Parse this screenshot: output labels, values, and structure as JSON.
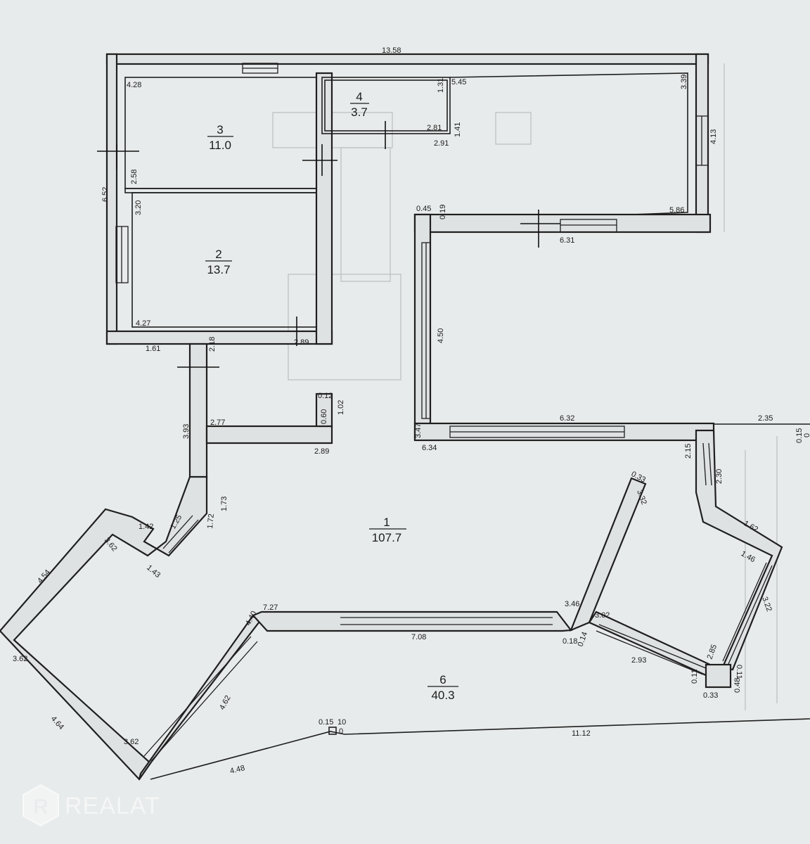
{
  "rooms": [
    {
      "number": "1",
      "area": "107.7"
    },
    {
      "number": "2",
      "area": "13.7"
    },
    {
      "number": "3",
      "area": "11.0"
    },
    {
      "number": "4",
      "area": "3.7"
    },
    {
      "number": "6",
      "area": "40.3"
    }
  ],
  "dimensions": {
    "top_overall": "13.58",
    "r3_top": "4.28",
    "r3_left_upper": "2.58",
    "left_outer": "6.52",
    "r2_left": "3.20",
    "r2_bottom": "4.27",
    "r2_corner": "2.89",
    "r4_h": "1.31",
    "r4_right": "5.45",
    "r4_bottom": "2.81",
    "r4_right_low": "1.41",
    "r4_under": "2.91",
    "r7_right_top": "3.39",
    "r7_right_mid": "4.13",
    "r7_bottom": "5.86",
    "r7_outer_bottom": "6.31",
    "corr_a": "0.45",
    "corr_b": "0.19",
    "corr_len": "4.50",
    "corr_bottom": "6.32",
    "corr_left": "3.47",
    "corr_outer": "6.34",
    "ext_right": "2.35",
    "ext_r1": "0.15",
    "ext_r2": "0",
    "step_1_61": "1.61",
    "step_2_18": "2.18",
    "step_3_93": "3.93",
    "step_2_77": "2.77",
    "step_0_12": "0.12",
    "step_0_60": "0.60",
    "step_1_02": "1.02",
    "step_2_89": "2.89",
    "bay_1_42": "1.42",
    "bay_1_25": "1.25",
    "bay_1_72": "1.72",
    "bay_1_73": "1.73",
    "bay_3_62a": "3.62",
    "bay_1_43": "1.43",
    "bay_4_54": "4.54",
    "bay_3_62b": "3.62",
    "bay_4_64": "4.64",
    "bay_3_62c": "3.62",
    "bay_4_62": "4.62",
    "bay_4_48": "4.48",
    "front_4_40": "4.40",
    "front_7_27": "7.27",
    "front_7_08": "7.08",
    "front_3_46": "3.46",
    "front_0_18": "0.18",
    "front_0_14": "0.14",
    "front_3_02": "3.02",
    "front_2_93": "2.93",
    "front_0_33": "0.33",
    "front_3_32": "3.32",
    "sw_2_15": "2.15",
    "sw_2_30": "2.30",
    "sw_1_62": "1.62",
    "sw_1_46": "1.46",
    "sw_3_22": "3.22",
    "sw_2_85": "2.85",
    "sw_0_11a": "0.11",
    "sw_0_11b": "0.11",
    "sw_0_33": "0.33",
    "sw_0_48": "0.48",
    "terr_0_15": "0.15",
    "terr_10": "10",
    "terr_0": "0",
    "terr_11_12": "11.12"
  },
  "watermark": {
    "brand": "REALAT",
    "mark": "R"
  },
  "colors": {
    "paper": "#e8ebeb",
    "line": "#1f1f1f"
  }
}
